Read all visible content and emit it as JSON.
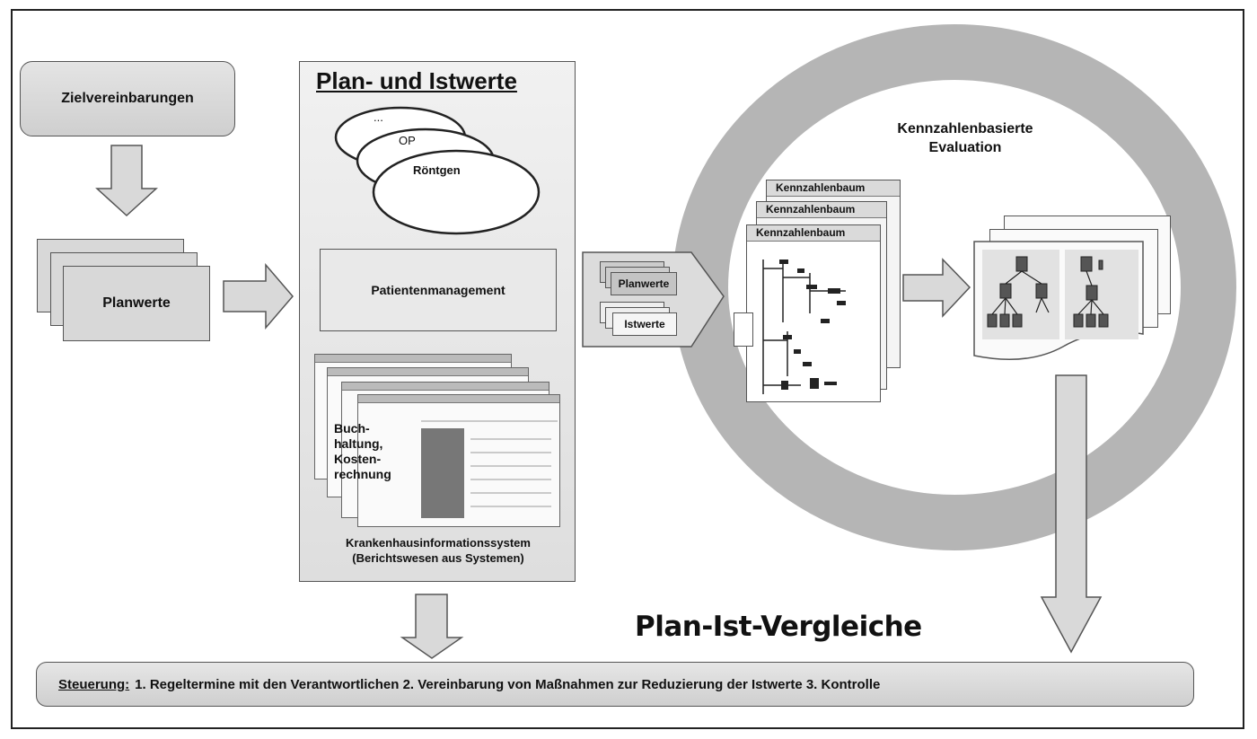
{
  "left": {
    "zielvereinbarungen": "Zielvereinbarungen",
    "planwerte": "Planwerte"
  },
  "panel": {
    "title": "Plan- und Istwerte",
    "ellipses": [
      "...",
      "OP",
      "Röntgen"
    ],
    "patientenmanagement": "Patientenmanagement",
    "buchhaltung": [
      "Buch-",
      "haltung,",
      "Kosten-",
      "rechnung"
    ],
    "kis_line1": "Krankenhausinformationssystem",
    "kis_line2": "(Berichtswesen aus Systemen)"
  },
  "middle": {
    "planwerte": "Planwerte",
    "istwerte": "Istwerte"
  },
  "ring": {
    "label_line1": "Kennzahlenbasierte",
    "label_line2": "Evaluation",
    "kennzahlenbaum": [
      "Kennzahlenbaum",
      "Kennzahlenbaum",
      "Kennzahlenbaum"
    ]
  },
  "compare": "Plan-Ist-Vergleiche",
  "steering": {
    "label": "Steuerung:",
    "text": "1. Regeltermine mit den Verantwortlichen 2. Vereinbarung von Maßnahmen zur Reduzierung der Istwerte 3.  Kontrolle"
  },
  "colors": {
    "fill": "#d8d8d8",
    "ring": "#b4b4b4",
    "stroke": "#555555"
  }
}
